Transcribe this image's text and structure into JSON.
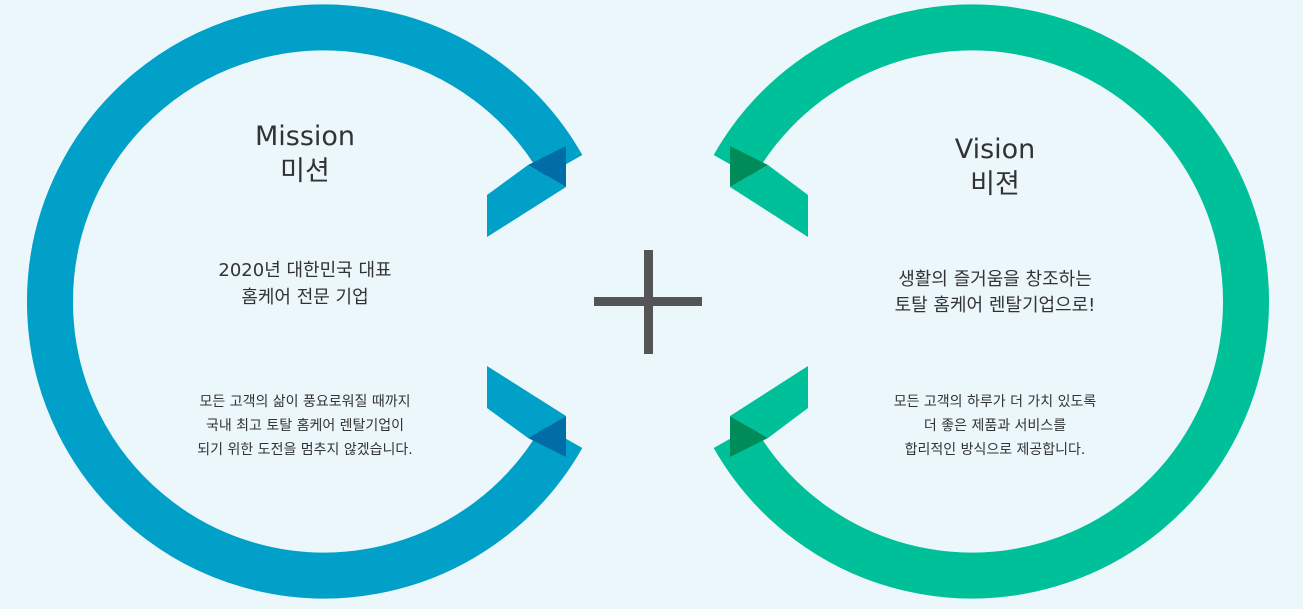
{
  "colors": {
    "background": "#ebf7fb",
    "mission_ring": "#00a0c8",
    "mission_ring_dark": "#006da6",
    "vision_ring": "#00c09a",
    "vision_ring_dark": "#008c59",
    "plus": "#555555",
    "text": "#333333"
  },
  "icons": {
    "plus": "plus-icon"
  },
  "mission": {
    "title_en": "Mission",
    "title_ko": "미션",
    "headline": [
      "2020년 대한민국 대표",
      "홈케어 전문 기업"
    ],
    "description": [
      "모든 고객의 삶이 풍요로워질 때까지",
      "국내 최고 토탈 홈케어 렌탈기업이",
      "되기 위한 도전을 멈추지 않겠습니다."
    ]
  },
  "vision": {
    "title_en": "Vision",
    "title_ko": "비젼",
    "headline": [
      "생활의 즐거움을 창조하는",
      "토탈 홈케어 렌탈기업으로!"
    ],
    "description": [
      "모든 고객의 하루가 더 가치 있도록",
      "더 좋은 제품과 서비스를",
      "합리적인 방식으로 제공합니다."
    ]
  }
}
